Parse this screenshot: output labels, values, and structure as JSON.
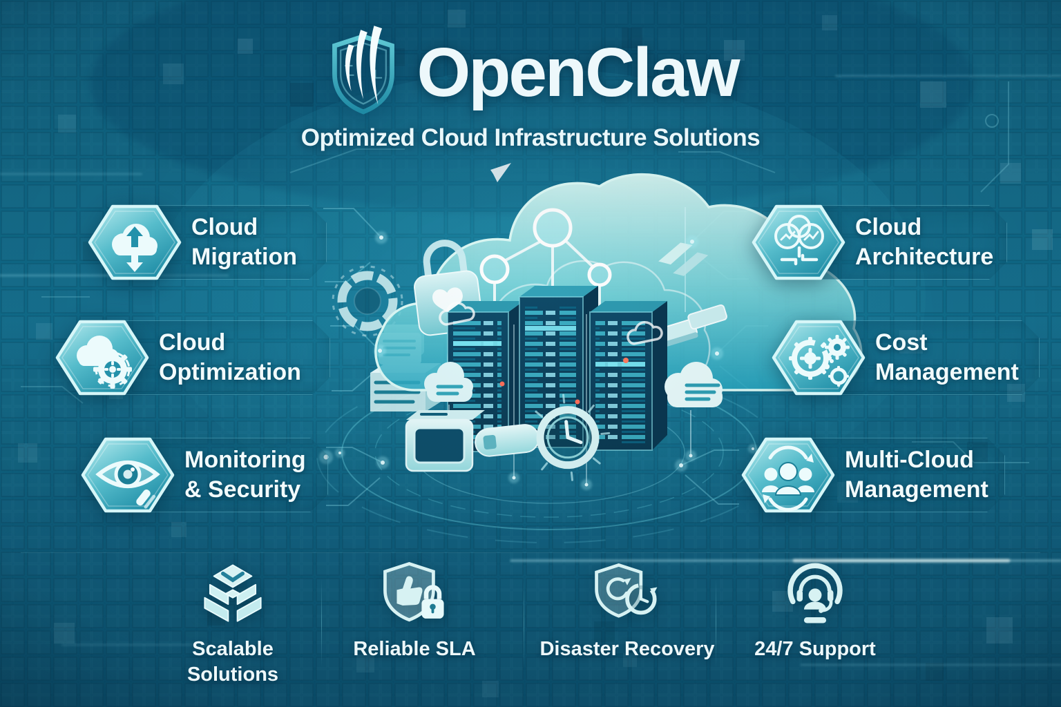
{
  "poster": {
    "brand": "OpenClaw",
    "tagline": "Optimized Cloud Infrastructure Solutions",
    "logo_icon": "shield-claw-icon"
  },
  "features": {
    "left": [
      {
        "line1": "Cloud",
        "line2": "Migration",
        "icon": "cloud-migration-icon"
      },
      {
        "line1": "Cloud",
        "line2": "Optimization",
        "icon": "cloud-optimization-gear-icon"
      },
      {
        "line1": "Monitoring",
        "line2": "& Security",
        "icon": "eye-monitoring-icon"
      }
    ],
    "right": [
      {
        "line1": "Cloud",
        "line2": "Architecture",
        "icon": "connected-clouds-icon"
      },
      {
        "line1": "Cost",
        "line2": "Management",
        "icon": "gears-icon"
      },
      {
        "line1": "Multi-Cloud",
        "line2": "Management",
        "icon": "team-cloud-sync-icon"
      }
    ]
  },
  "footer": {
    "items": [
      {
        "line1": "Scalable",
        "line2": "Solutions",
        "icon": "stacked-layers-icon"
      },
      {
        "line1": "Reliable SLA",
        "line2": "",
        "icon": "shield-thumbsup-lock-icon"
      },
      {
        "line1": "Disaster Recovery",
        "line2": "",
        "icon": "shield-recovery-clock-icon"
      },
      {
        "line1": "24/7 Support",
        "line2": "",
        "icon": "headset-support-icon"
      }
    ]
  },
  "colors": {
    "background_deep": "#0a4f6d",
    "background_mid": "#11709 0",
    "accent_cyan": "#49dcef",
    "hexagon_light": "#b9ecef",
    "hexagon_deep": "#1f8da6",
    "text_light": "#f2fbfc",
    "alert_red": "#ff6f5a"
  }
}
